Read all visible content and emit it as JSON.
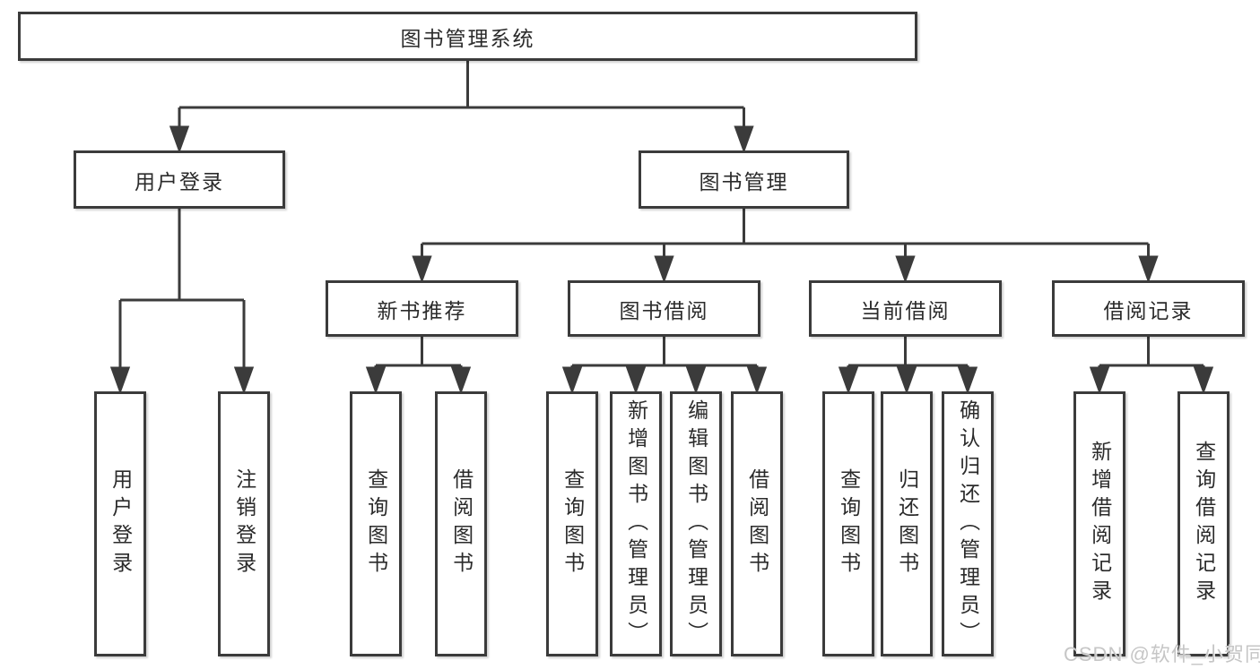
{
  "tree": {
    "label": "图书管理系统",
    "children": [
      {
        "label": "用户登录",
        "children": [
          {
            "label": "用户登录"
          },
          {
            "label": "注销登录"
          }
        ]
      },
      {
        "label": "图书管理",
        "children": [
          {
            "label": "新书推荐",
            "children": [
              {
                "label": "查询图书"
              },
              {
                "label": "借阅图书"
              }
            ]
          },
          {
            "label": "图书借阅",
            "children": [
              {
                "label": "查询图书"
              },
              {
                "label": "新增图书（管理员）"
              },
              {
                "label": "编辑图书（管理员）"
              },
              {
                "label": "借阅图书"
              }
            ]
          },
          {
            "label": "当前借阅",
            "children": [
              {
                "label": "查询图书"
              },
              {
                "label": "归还图书"
              },
              {
                "label": "确认归还（管理员）"
              }
            ]
          },
          {
            "label": "借阅记录",
            "children": [
              {
                "label": "新增借阅记录"
              },
              {
                "label": "查询借阅记录"
              }
            ]
          }
        ]
      }
    ]
  },
  "watermark": "CSDN @软件_小贺同学",
  "colors": {
    "line": "#3b3b3b",
    "text": "#2b2b2b",
    "background": "#ffffff",
    "watermark": "#c6c6c6"
  }
}
